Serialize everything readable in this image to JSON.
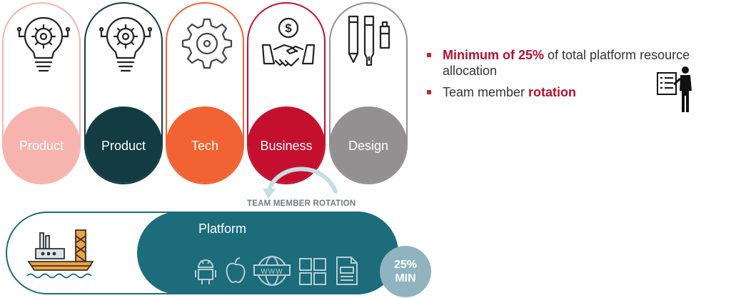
{
  "teams": [
    {
      "label": "Product",
      "icon": "lightbulb-gear-icon",
      "color": "#f7b3ad"
    },
    {
      "label": "Product",
      "icon": "lightbulb-gear-icon",
      "color": "#133c42"
    },
    {
      "label": "Tech",
      "icon": "gear-icon",
      "color": "#f26232"
    },
    {
      "label": "Business",
      "icon": "handshake-dollar-icon",
      "color": "#c4102e"
    },
    {
      "label": "Design",
      "icon": "pencil-pen-icon",
      "color": "#929090"
    }
  ],
  "bullets": {
    "b1": {
      "highlight": "Minimum of 25%",
      "text": " of total platform resource allocation"
    },
    "b2": {
      "text": "Team member ",
      "highlight": "rotation"
    }
  },
  "rotation_label": "TEAM MEMBER ROTATION",
  "platform": {
    "label": "Platform",
    "icons": [
      "android-icon",
      "apple-icon",
      "web-icon",
      "windows-icon",
      "document-icon"
    ],
    "ship_icon": "ship-platform-icon"
  },
  "min_badge": {
    "line1": "25%",
    "line2": "MIN"
  },
  "presenter_icon": "presenter-checklist-icon",
  "colors": {
    "accent": "#b5112e",
    "platform": "#1c6c7c",
    "badge": "#8fb3bf"
  }
}
